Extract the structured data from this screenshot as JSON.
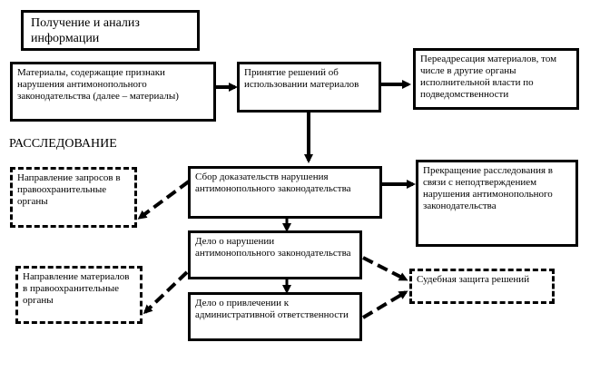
{
  "heading": "РАССЛЕДОВАНИЕ",
  "boxes": {
    "info": "Получение и анализ информации",
    "materials": "Материалы, содержащие признаки нарушения антимонопольного законодательства (далее – материалы)",
    "decision": "Принятие решений об использовании материалов",
    "redirect": "Переадресация материалов, том числе в другие органы исполнительной власти по подведомственности",
    "evidence": "Сбор доказательств нарушения антимонопольного законодательства",
    "termination": "Прекращение расследования в связи с неподтверждением нарушения антимонопольного законодательства",
    "requests": "Направление запросов в правоохранительные органы",
    "case": "Дело о нарушении антимонопольного законодательства",
    "admin": "Дело о привлечении к административной ответственности",
    "send_materials": "Направление материалов в правоохранительные органы",
    "court": "Судебная защита решений"
  }
}
